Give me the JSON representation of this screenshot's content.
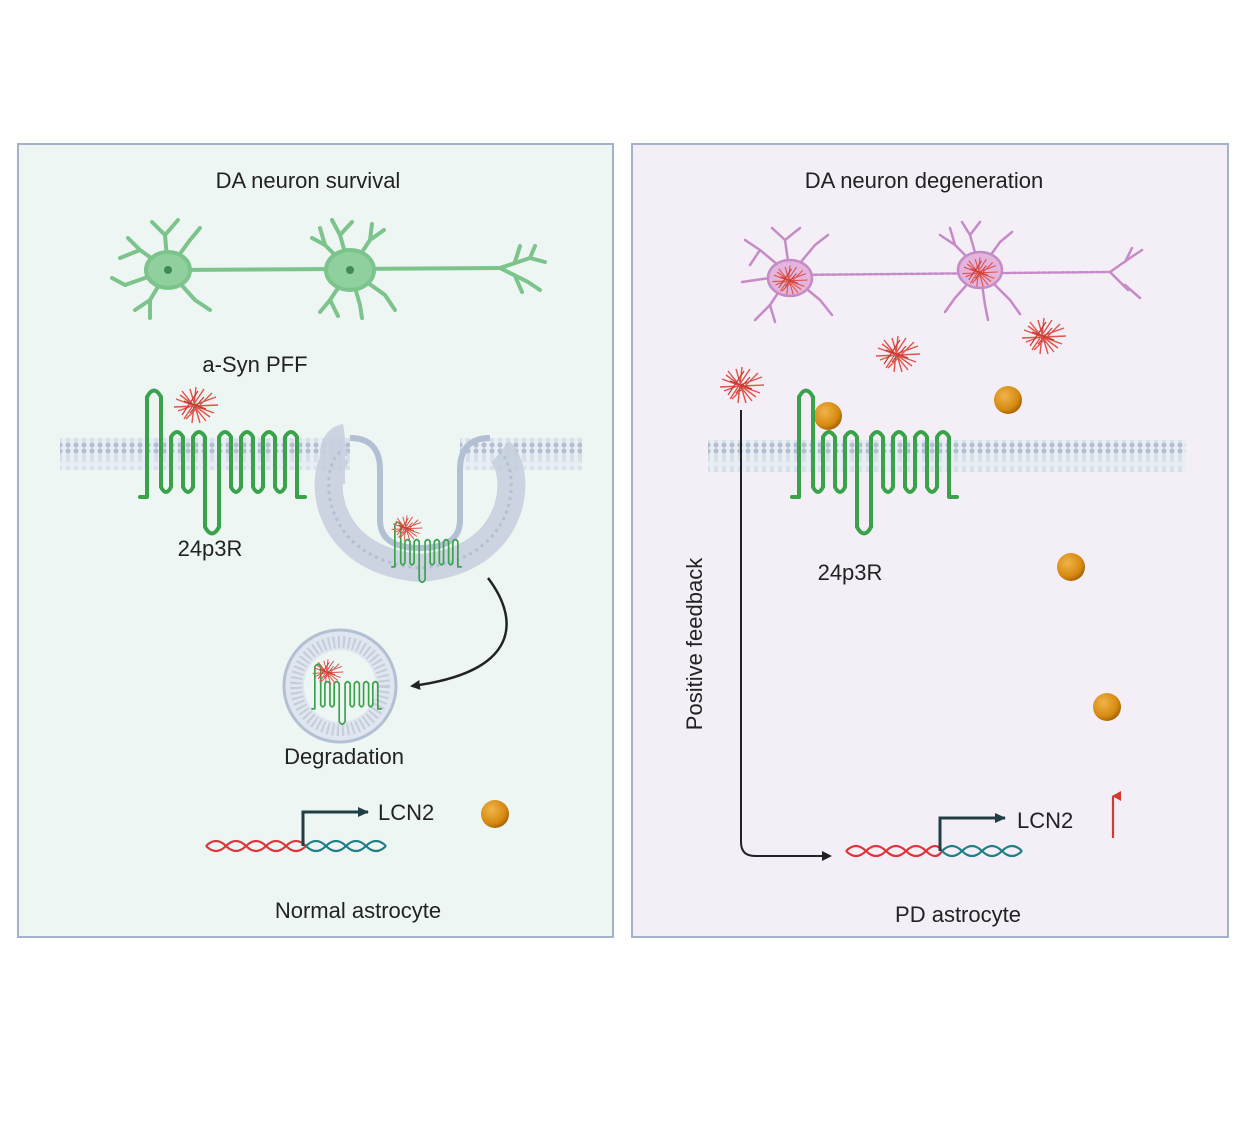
{
  "left_panel": {
    "title": "DA neuron survival",
    "ligand_label": "a-Syn PFF",
    "receptor_label": "24p3R",
    "degradation_label": "Degradation",
    "gene_label": "LCN2",
    "cell_label": "Normal astrocyte"
  },
  "right_panel": {
    "title": "DA neuron degeneration",
    "receptor_label": "24p3R",
    "feedback_label": "Positive feedback",
    "gene_label": "LCN2",
    "cell_label": "PD astrocyte"
  },
  "colors": {
    "left_bg": "#eef6f3",
    "right_bg": "#f4eff6",
    "panel_border": "#a4b1cc",
    "healthy_neuron": "#7cc38c",
    "degenerating_neuron": "#c58bc6",
    "receptor": "#3aa24b",
    "fibril": "#e0524a",
    "lcn2_ball": "#d98c10",
    "membrane": "#bcc8da",
    "dna_red": "#e0343b",
    "dna_teal": "#1f7e86",
    "arrow": "#222222"
  },
  "icons": {
    "neuron": "neuron-icon",
    "fibril": "fibril-icon",
    "lcn2": "lcn2-protein-icon",
    "dna": "dna-icon"
  }
}
